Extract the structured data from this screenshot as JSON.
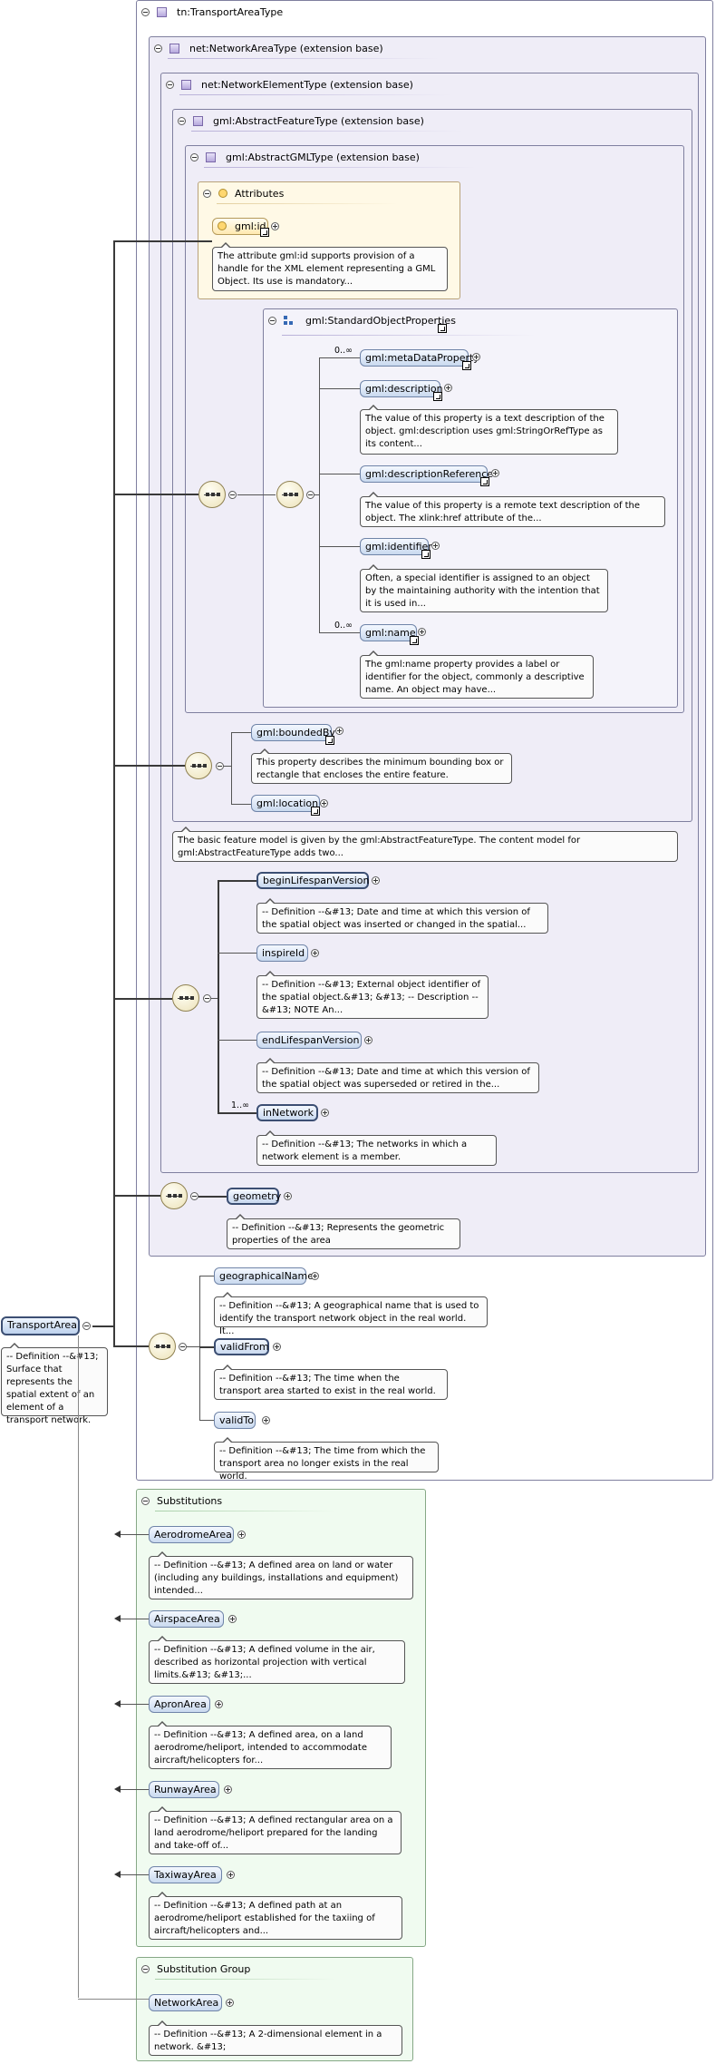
{
  "types": {
    "transport_area_type": "tn:TransportAreaType",
    "network_area_type": "net:NetworkAreaType (extension base)",
    "network_element_type": "net:NetworkElementType (extension base)",
    "abstract_feature_type": "gml:AbstractFeatureType (extension base)",
    "abstract_gml_type": "gml:AbstractGMLType (extension base)"
  },
  "attributes": {
    "title": "Attributes",
    "gml_id": {
      "name": "gml:id",
      "desc": "The attribute gml:id supports provision of a handle for the XML element representing a GML Object. Its use is mandatory..."
    }
  },
  "standard_object_properties": {
    "title": "gml:StandardObjectProperties",
    "items": [
      {
        "name": "gml:metaDataProperty",
        "card": "0..∞",
        "desc": ""
      },
      {
        "name": "gml:description",
        "card": "",
        "desc": "The value of this property is a text description of the object. gml:description uses gml:StringOrRefType as its content..."
      },
      {
        "name": "gml:descriptionReference",
        "card": "",
        "desc": "The value of this property is a remote text description of the object. The xlink:href attribute of the..."
      },
      {
        "name": "gml:identifier",
        "card": "",
        "desc": "Often, a special identifier is assigned to an object by the maintaining authority with the intention that it is used in..."
      },
      {
        "name": "gml:name",
        "card": "0..∞",
        "desc": "The gml:name property provides a label or identifier for the object, commonly a descriptive name. An object may have..."
      }
    ]
  },
  "feature_props": {
    "bounded_by": {
      "name": "gml:boundedBy",
      "desc": "This property describes the minimum bounding box or rectangle that encloses the entire feature."
    },
    "location": {
      "name": "gml:location"
    },
    "feature_desc": "The basic feature model is given by the gml:AbstractFeatureType. The content model for gml:AbstractFeatureType adds two..."
  },
  "network_element": [
    {
      "name": "beginLifespanVersion",
      "card": "",
      "desc": "-- Definition --&#13; Date and time at which this version of the spatial object was inserted or changed in the spatial..."
    },
    {
      "name": "inspireId",
      "card": "",
      "desc": "-- Definition --&#13; External object identifier of the spatial object.&#13; &#13; -- Description --&#13; NOTE An..."
    },
    {
      "name": "endLifespanVersion",
      "card": "",
      "desc": "-- Definition --&#13; Date and time at which this version of the spatial object was superseded or retired in the..."
    },
    {
      "name": "inNetwork",
      "card": "1..∞",
      "desc": "-- Definition --&#13; The networks in which a network element is a member."
    }
  ],
  "network_area": {
    "geometry": {
      "name": "geometry",
      "desc": "-- Definition --&#13; Represents the geometric properties of the area"
    }
  },
  "transport_area": {
    "root": {
      "name": "TransportArea",
      "desc": "-- Definition --&#13; Surface that represents the spatial extent of an element of a transport network."
    },
    "items": [
      {
        "name": "geographicalName",
        "desc": "-- Definition --&#13; A geographical name that is used to identify the transport network object in the real world. It..."
      },
      {
        "name": "validFrom",
        "desc": "-- Definition --&#13; The time when the transport area started to exist in the real world."
      },
      {
        "name": "validTo",
        "desc": "-- Definition --&#13; The time from which the transport area no longer exists in the real world."
      }
    ]
  },
  "substitutions": {
    "title": "Substitutions",
    "items": [
      {
        "name": "AerodromeArea",
        "desc": "-- Definition --&#13; A defined area on land or water (including any buildings, installations and equipment) intended..."
      },
      {
        "name": "AirspaceArea",
        "desc": "-- Definition --&#13; A defined volume in the air, described as horizontal projection with vertical limits.&#13; &#13;..."
      },
      {
        "name": "ApronArea",
        "desc": "-- Definition --&#13; A defined area, on a land aerodrome/heliport, intended to accommodate aircraft/helicopters for..."
      },
      {
        "name": "RunwayArea",
        "desc": "-- Definition --&#13; A defined rectangular area on a land aerodrome/heliport prepared for the landing and take-off of..."
      },
      {
        "name": "TaxiwayArea",
        "desc": "-- Definition --&#13; A defined path at an aerodrome/heliport established for the taxiing of aircraft/helicopters and..."
      }
    ]
  },
  "substitution_group": {
    "title": "Substitution Group",
    "item": {
      "name": "NetworkArea",
      "desc": "-- Definition --&#13; A 2-dimensional element in a network. &#13;"
    }
  },
  "icons": [
    "collapse-icon",
    "expand-icon",
    "complex-type-icon",
    "attribute-icon",
    "group-icon",
    "sequence-icon",
    "link-arrow-icon"
  ],
  "colors": {
    "type_box": "#efedf7",
    "attr_box": "#fff9e6",
    "subst_box": "#f0fbf0",
    "element": "#c9d9ef"
  }
}
